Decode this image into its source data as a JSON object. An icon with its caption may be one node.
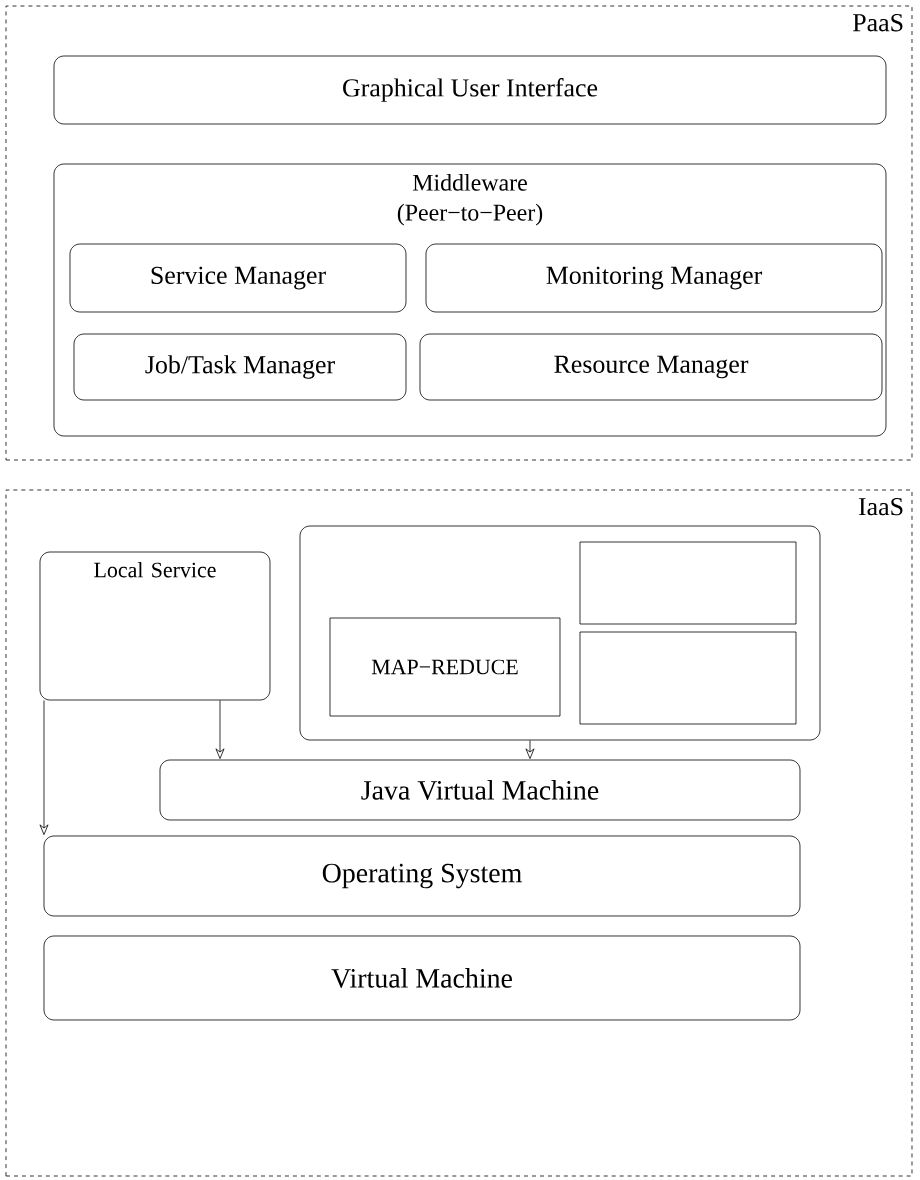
{
  "diagram": {
    "nodes": [
      {
        "text": [
          "PaaS"
        ]
      },
      {
        "text": [
          "Graphical User Interface"
        ],
        "in": 0
      },
      {
        "text": [
          "Middleware (Peer−to−Peer)"
        ],
        "in": 0
      },
      {
        "text": [
          "Service Manager"
        ],
        "in": 2
      },
      {
        "text": [
          "Monitoring Manager"
        ],
        "in": 2
      },
      {
        "text": [
          "Job/Task Manager"
        ],
        "in": 2
      },
      {
        "text": [
          "Resource Manager"
        ],
        "in": 2
      },
      {
        "text": [
          "IaaS"
        ]
      },
      {
        "text": [],
        "shape": "box",
        "in": 7
      },
      {
        "text": [],
        "shape": "box",
        "in": 8
      },
      {
        "text": [
          "MAP−REDUCE"
        ],
        "in": 8
      },
      {
        "text": [],
        "shape": "box",
        "in": 8
      },
      {
        "text": [
          "Local Service"
        ],
        "in": 7
      },
      {
        "text": [
          "Java Virtual Machine"
        ],
        "in": 7
      },
      {
        "text": [
          "Operating System"
        ],
        "in": 7
      },
      {
        "text": [
          "Virtual Machine"
        ],
        "in": 7
      }
    ],
    "edges": [
      {
        "from": 12,
        "to": 14,
        "arrow": "to"
      },
      {
        "from": 12,
        "to": 13,
        "arrow": "to"
      },
      {
        "from": 8,
        "to": 13,
        "arrow": "to"
      }
    ]
  }
}
